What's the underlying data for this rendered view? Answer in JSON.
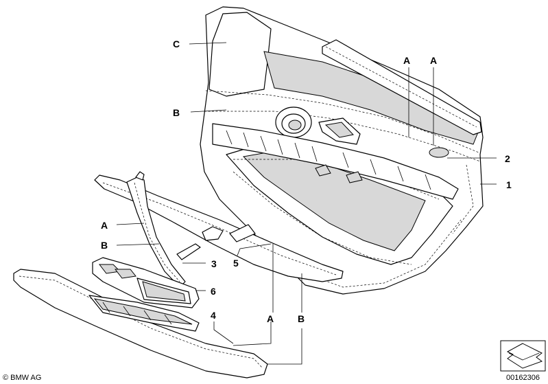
{
  "callouts": {
    "c_top": "C",
    "b_top": "B",
    "a_top1": "A",
    "a_top2": "A",
    "n2": "2",
    "n1": "1",
    "a_left": "A",
    "b_left": "B",
    "n3": "3",
    "n5": "5",
    "n6": "6",
    "n4": "4",
    "a_bottom": "A",
    "b_bottom": "B"
  },
  "footer": {
    "copyright": "© BMW AG",
    "part_number": "00162306"
  }
}
